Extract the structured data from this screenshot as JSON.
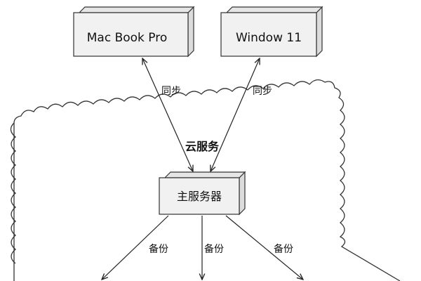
{
  "nodes": {
    "macbook": {
      "label": "Mac Book Pro"
    },
    "windows": {
      "label": "Window 11"
    },
    "server": {
      "label": "主服务器"
    }
  },
  "cloud": {
    "label": "云服务"
  },
  "edges": {
    "sync_left": {
      "label": "同步"
    },
    "sync_right": {
      "label": "同步"
    },
    "backup_1": {
      "label": "备份"
    },
    "backup_2": {
      "label": "备份"
    },
    "backup_3": {
      "label": "备份"
    }
  },
  "colors": {
    "node_fill": "#f1f1f1",
    "node_side": "#dcdcdc",
    "stroke": "#333333",
    "text": "#111111"
  }
}
